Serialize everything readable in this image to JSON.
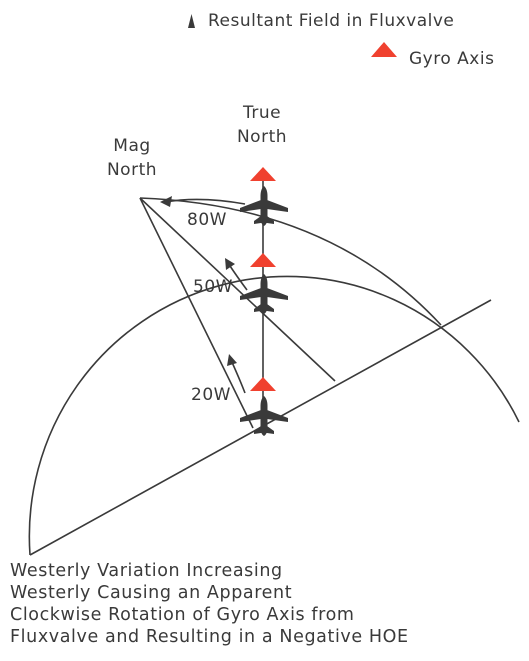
{
  "legend": {
    "resultant_field": "Resultant Field in Fluxvalve",
    "gyro_axis": "Gyro Axis"
  },
  "labels": {
    "true_north_1": "True",
    "true_north_2": "North",
    "mag_north_1": "Mag",
    "mag_north_2": "North",
    "variation_80": "80W",
    "variation_50": "50W",
    "variation_20": "20W"
  },
  "caption": [
    "Westerly Variation Increasing",
    "Westerly Causing an Apparent",
    "Clockwise Rotation of Gyro Axis from",
    "Fluxvalve and Resulting in a Negative HOE"
  ],
  "colors": {
    "gyro_axis": "#f0412f",
    "aircraft": "#3a3a3a",
    "line": "#3a3a3a"
  },
  "icons": {
    "resultant_field": "black-arrowhead-icon",
    "gyro_axis": "red-triangle-icon",
    "aircraft": "airplane-icon"
  }
}
